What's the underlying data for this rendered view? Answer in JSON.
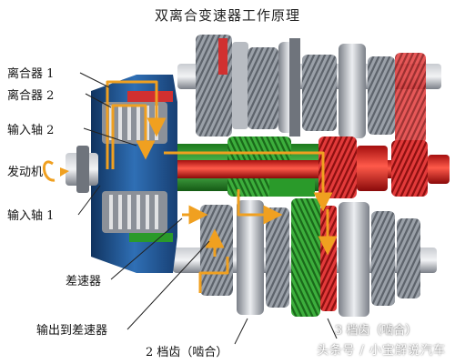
{
  "title": "双离合变速器工作原理",
  "labels": {
    "clutch1": "离合器 1",
    "clutch2": "离合器 2",
    "input_shaft2": "输入轴 2",
    "engine": "发动机",
    "input_shaft1": "输入轴 1",
    "differential": "差速器",
    "output_to_diff": "输出到差速器",
    "gear2": "2 档齿（啮合）",
    "gear3": "3 档齿（啮合）"
  },
  "watermark": "头条号 / 小宝解说汽车",
  "colors": {
    "shaft1_red": "#d81e1e",
    "shaft2_green": "#2a9a2a",
    "flow_orange": "#f0a020",
    "housing_blue": "#1c4e8c",
    "steel_gray": "#8c9199"
  }
}
